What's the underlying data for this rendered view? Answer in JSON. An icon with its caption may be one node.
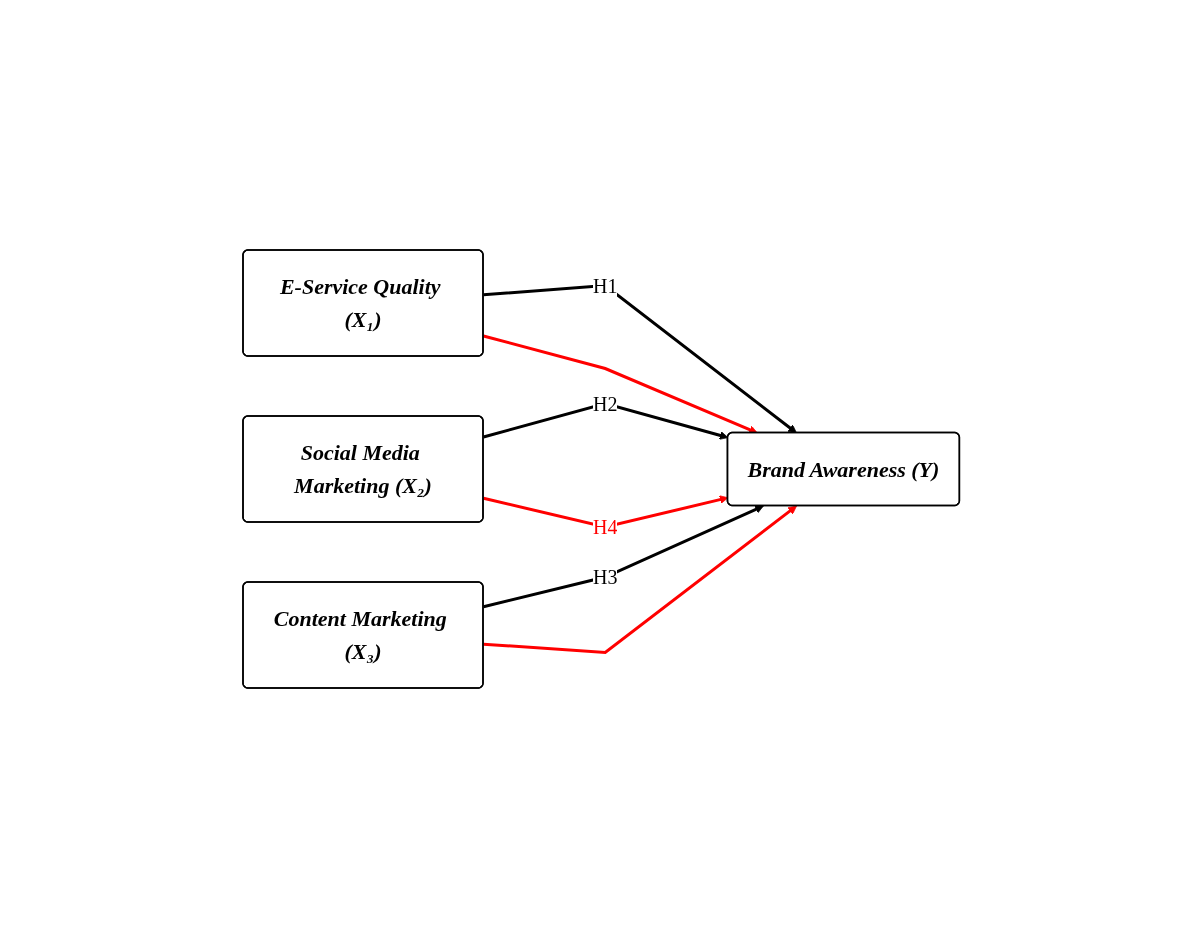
{
  "diagram": {
    "nodes": [
      {
        "text": [
          "E-Service Quality (X₁)"
        ]
      },
      {
        "text": [
          "Social Media Marketing (X₂)"
        ]
      },
      {
        "text": [
          "Content Marketing (X₃)"
        ]
      },
      {
        "text": [
          "Brand Awareness (Y)"
        ]
      }
    ],
    "edges": [
      {
        "from": 0,
        "to": 3,
        "arrow": "to",
        "label": "H1"
      },
      {
        "from": 1,
        "to": 3,
        "arrow": "to",
        "label": "H2"
      },
      {
        "from": 2,
        "to": 3,
        "arrow": "to",
        "label": "H3"
      },
      {
        "from": 0,
        "to": 3,
        "arrow": "to",
        "color": "#ff0000"
      },
      {
        "from": 1,
        "to": 3,
        "arrow": "to",
        "color": "#ff0000",
        "label": "H4"
      },
      {
        "from": 2,
        "to": 3,
        "arrow": "to",
        "color": "#ff0000"
      }
    ]
  }
}
